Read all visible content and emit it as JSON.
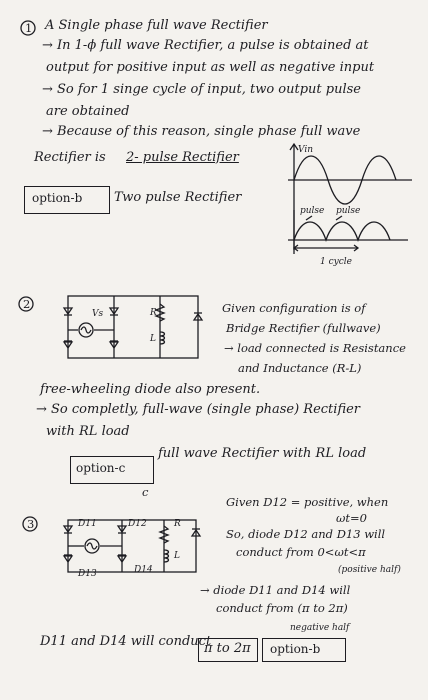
{
  "q1": {
    "num": "1",
    "title": "A Single phase full wave Rectifier",
    "lines": [
      "→ In 1-ϕ full wave Rectifier, a pulse is obtained at",
      "output for positive input as well as negative input",
      "→ So for 1 singe cycle of input, two output pulse",
      "are obtained",
      "→ Because of this reason, single phase full wave",
      "Rectifier is"
    ],
    "underlined": "2- pulse Rectifier",
    "option_label": "option-b",
    "option_text": "Two pulse Rectifier",
    "graph": {
      "vin": "Vin",
      "pulse1": "pulse",
      "pulse2": "pulse",
      "cycle": "1 cycle"
    }
  },
  "q2": {
    "num": "2",
    "circuit": {
      "vs": "Vs",
      "r": "R",
      "l": "L"
    },
    "lines": [
      "Given configuration is of",
      "Bridge Rectifier (fullwave)",
      "→ load connected is Resistance",
      "and Inductance (R-L)",
      "free-wheeling diode also present.",
      "→ So completly, full-wave (single phase) Rectifier",
      "with RL load"
    ],
    "option_label": "option-c",
    "option_text": "full wave Rectifier with RL load",
    "option_note": "c"
  },
  "q3": {
    "num": "3",
    "circuit": {
      "d11": "D11",
      "d12": "D12",
      "d13": "D13",
      "d14": "D14",
      "r": "R",
      "l": "L"
    },
    "lines": [
      "Given D12 = positive, when",
      "ωt=0",
      "So, diode D12 and D13 will",
      "conduct from 0<ωt<π",
      "(positive half)",
      "→ diode D11 and D14 will",
      "conduct from (π to 2π)",
      "negative half",
      "D11 and D14 will conduct"
    ],
    "interval": "π to 2π",
    "option_label": "option-b"
  }
}
